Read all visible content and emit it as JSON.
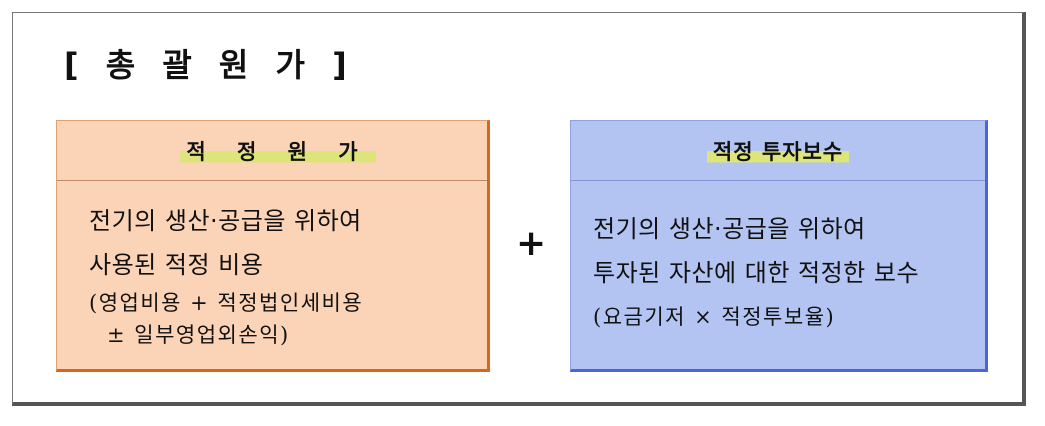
{
  "title": "[ 총 괄 원 가 ]",
  "left_box": {
    "header": "적 정 원 가",
    "line1": "전기의 생산·공급을 위하여",
    "line2": "사용된 적정 비용",
    "line3": "(영업비용 + 적정법인세비용",
    "line4": "± 일부영업외손익)"
  },
  "operator": "+",
  "right_box": {
    "header": "적정 투자보수",
    "line1": "전기의 생산·공급을 위하여",
    "line2": "투자된 자산에 대한 적정한 보수",
    "line3": "(요금기저 × 적정투보율)"
  },
  "colors": {
    "left_fill": "#fbd3b7",
    "left_border": "#d2691e",
    "right_fill": "#b3c3f2",
    "right_border": "#4a66d8",
    "highlight": "#dde47a"
  }
}
